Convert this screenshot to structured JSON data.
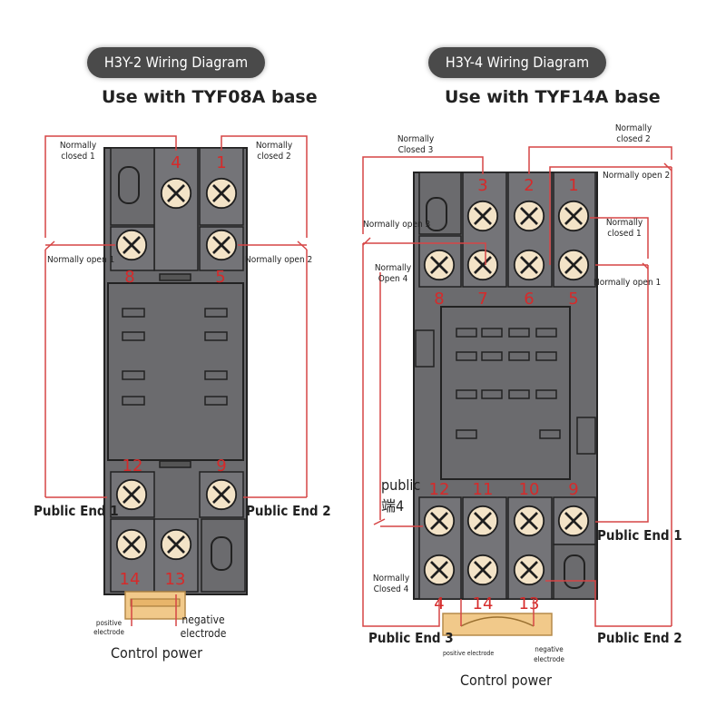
{
  "left": {
    "title": "H3Y-2 Wiring Diagram",
    "subtitle": "Use with TYF08A base",
    "terminals": [
      "4",
      "1",
      "8",
      "5",
      "12",
      "9",
      "14",
      "13"
    ],
    "labels": {
      "nc1": "Normally closed 1",
      "nc2": "Normally closed 2",
      "no1": "Normally open 1",
      "no2": "Normally open 2",
      "pub1": "Public End 1",
      "pub2": "Public End 2",
      "pos": "positive electrode",
      "neg": "negative electrode",
      "power": "Control power"
    }
  },
  "right": {
    "title": "H3Y-4 Wiring Diagram",
    "subtitle": "Use with TYF14A base",
    "terminals": [
      "3",
      "2",
      "1",
      "8",
      "7",
      "6",
      "5",
      "12",
      "11",
      "10",
      "9",
      "4",
      "14",
      "13"
    ],
    "labels": {
      "nc3": "Normally Closed 3",
      "nc2": "Normally closed 2",
      "no2": "Normally open 2",
      "no3": "Normally open 3",
      "nc1": "Normally closed 1",
      "no4": "Normally Open 4",
      "no1": "Normally open 1",
      "pub4a": "public",
      "pub4b": "端4",
      "pub1": "Public End 1",
      "nc4": "Normally Closed 4",
      "pub3": "Public End 3",
      "pub2": "Public End 2",
      "pos": "positive electrode",
      "neg": "negative electrode",
      "power": "Control power"
    }
  },
  "colors": {
    "wire": "#d64545",
    "base": "#6b6b6e",
    "terminal": "#f3e3c7",
    "number": "#d62a2a"
  }
}
